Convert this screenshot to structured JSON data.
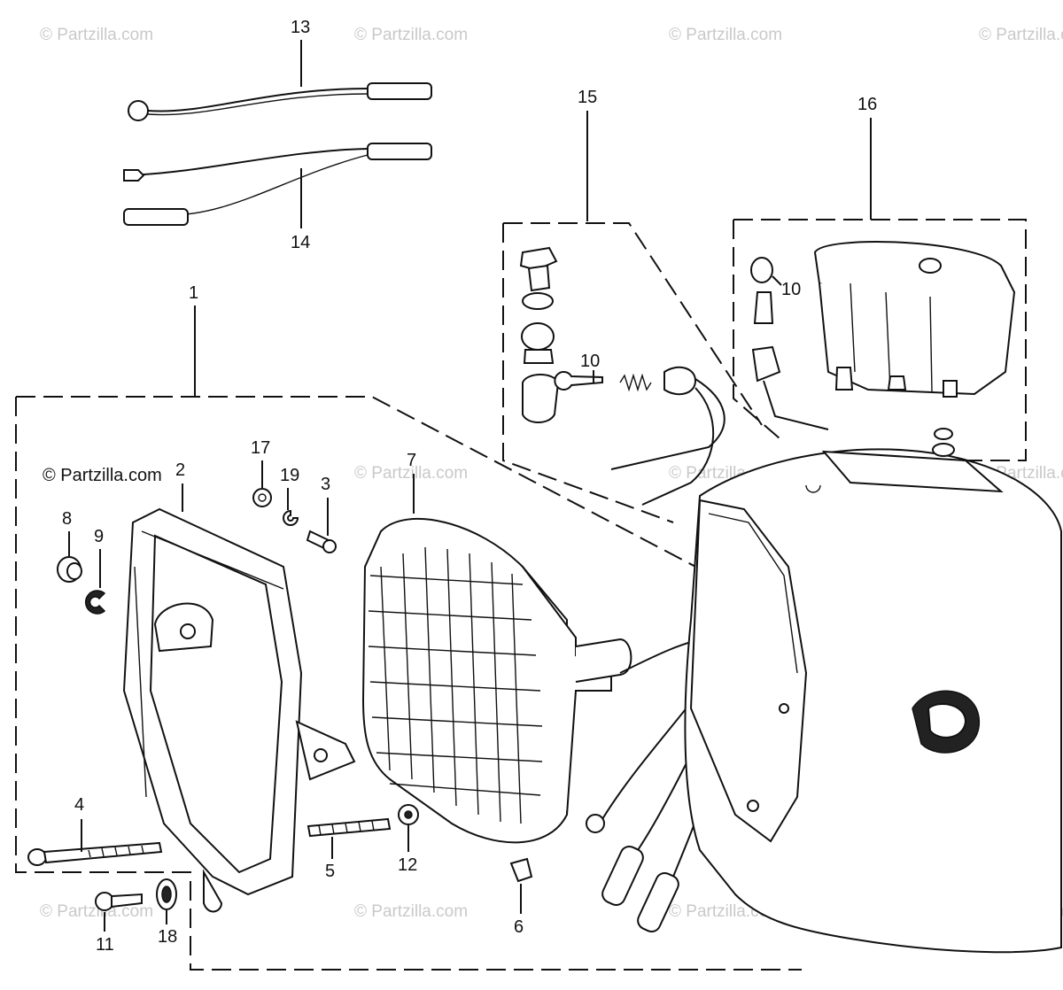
{
  "watermark": {
    "main": "© Partzilla.com",
    "faint": "© Partzilla.com"
  },
  "callouts": {
    "c1": "1",
    "c2": "2",
    "c3": "3",
    "c4": "4",
    "c5": "5",
    "c6": "6",
    "c7": "7",
    "c8": "8",
    "c9": "9",
    "c10a": "10",
    "c10b": "10",
    "c11": "11",
    "c12": "12",
    "c13": "13",
    "c14": "14",
    "c15": "15",
    "c16": "16",
    "c17": "17",
    "c18": "18",
    "c19": "19"
  },
  "colors": {
    "line": "#111111",
    "watermark": "#c9c9c9",
    "background": "#ffffff"
  }
}
